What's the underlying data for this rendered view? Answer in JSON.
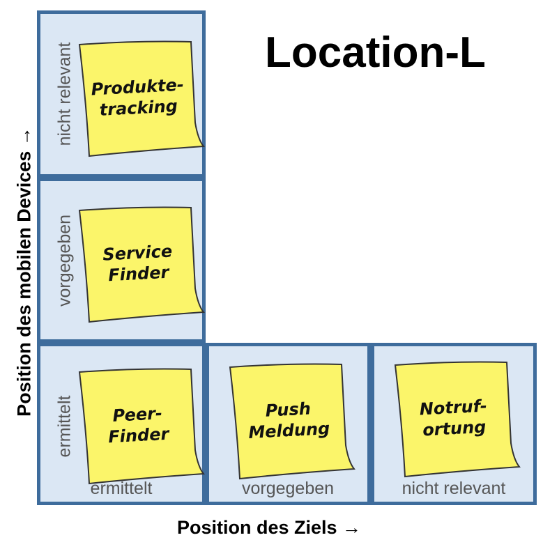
{
  "title": "Location-L",
  "axes": {
    "y_label": "Position des mobilen Devices →",
    "x_label": "Position des Ziels →"
  },
  "rows": [
    {
      "label": "nicht relevant"
    },
    {
      "label": "vorgegeben"
    },
    {
      "label": "ermittelt"
    }
  ],
  "columns": [
    {
      "label": "ermittelt"
    },
    {
      "label": "vorgegeben"
    },
    {
      "label": "nicht relevant"
    }
  ],
  "notes": [
    {
      "line1": "Produkte-",
      "line2": "tracking"
    },
    {
      "line1": "Service",
      "line2": "Finder"
    },
    {
      "line1": "Peer-",
      "line2": "Finder"
    },
    {
      "line1": "Push",
      "line2": "Meldung"
    },
    {
      "line1": "Notruf-",
      "line2": "ortung"
    }
  ],
  "colors": {
    "cell_fill": "#dbe7f4",
    "cell_border": "#3e6c9c",
    "note_fill": "#fbf56a",
    "note_shadow": "#8c8c8c"
  }
}
